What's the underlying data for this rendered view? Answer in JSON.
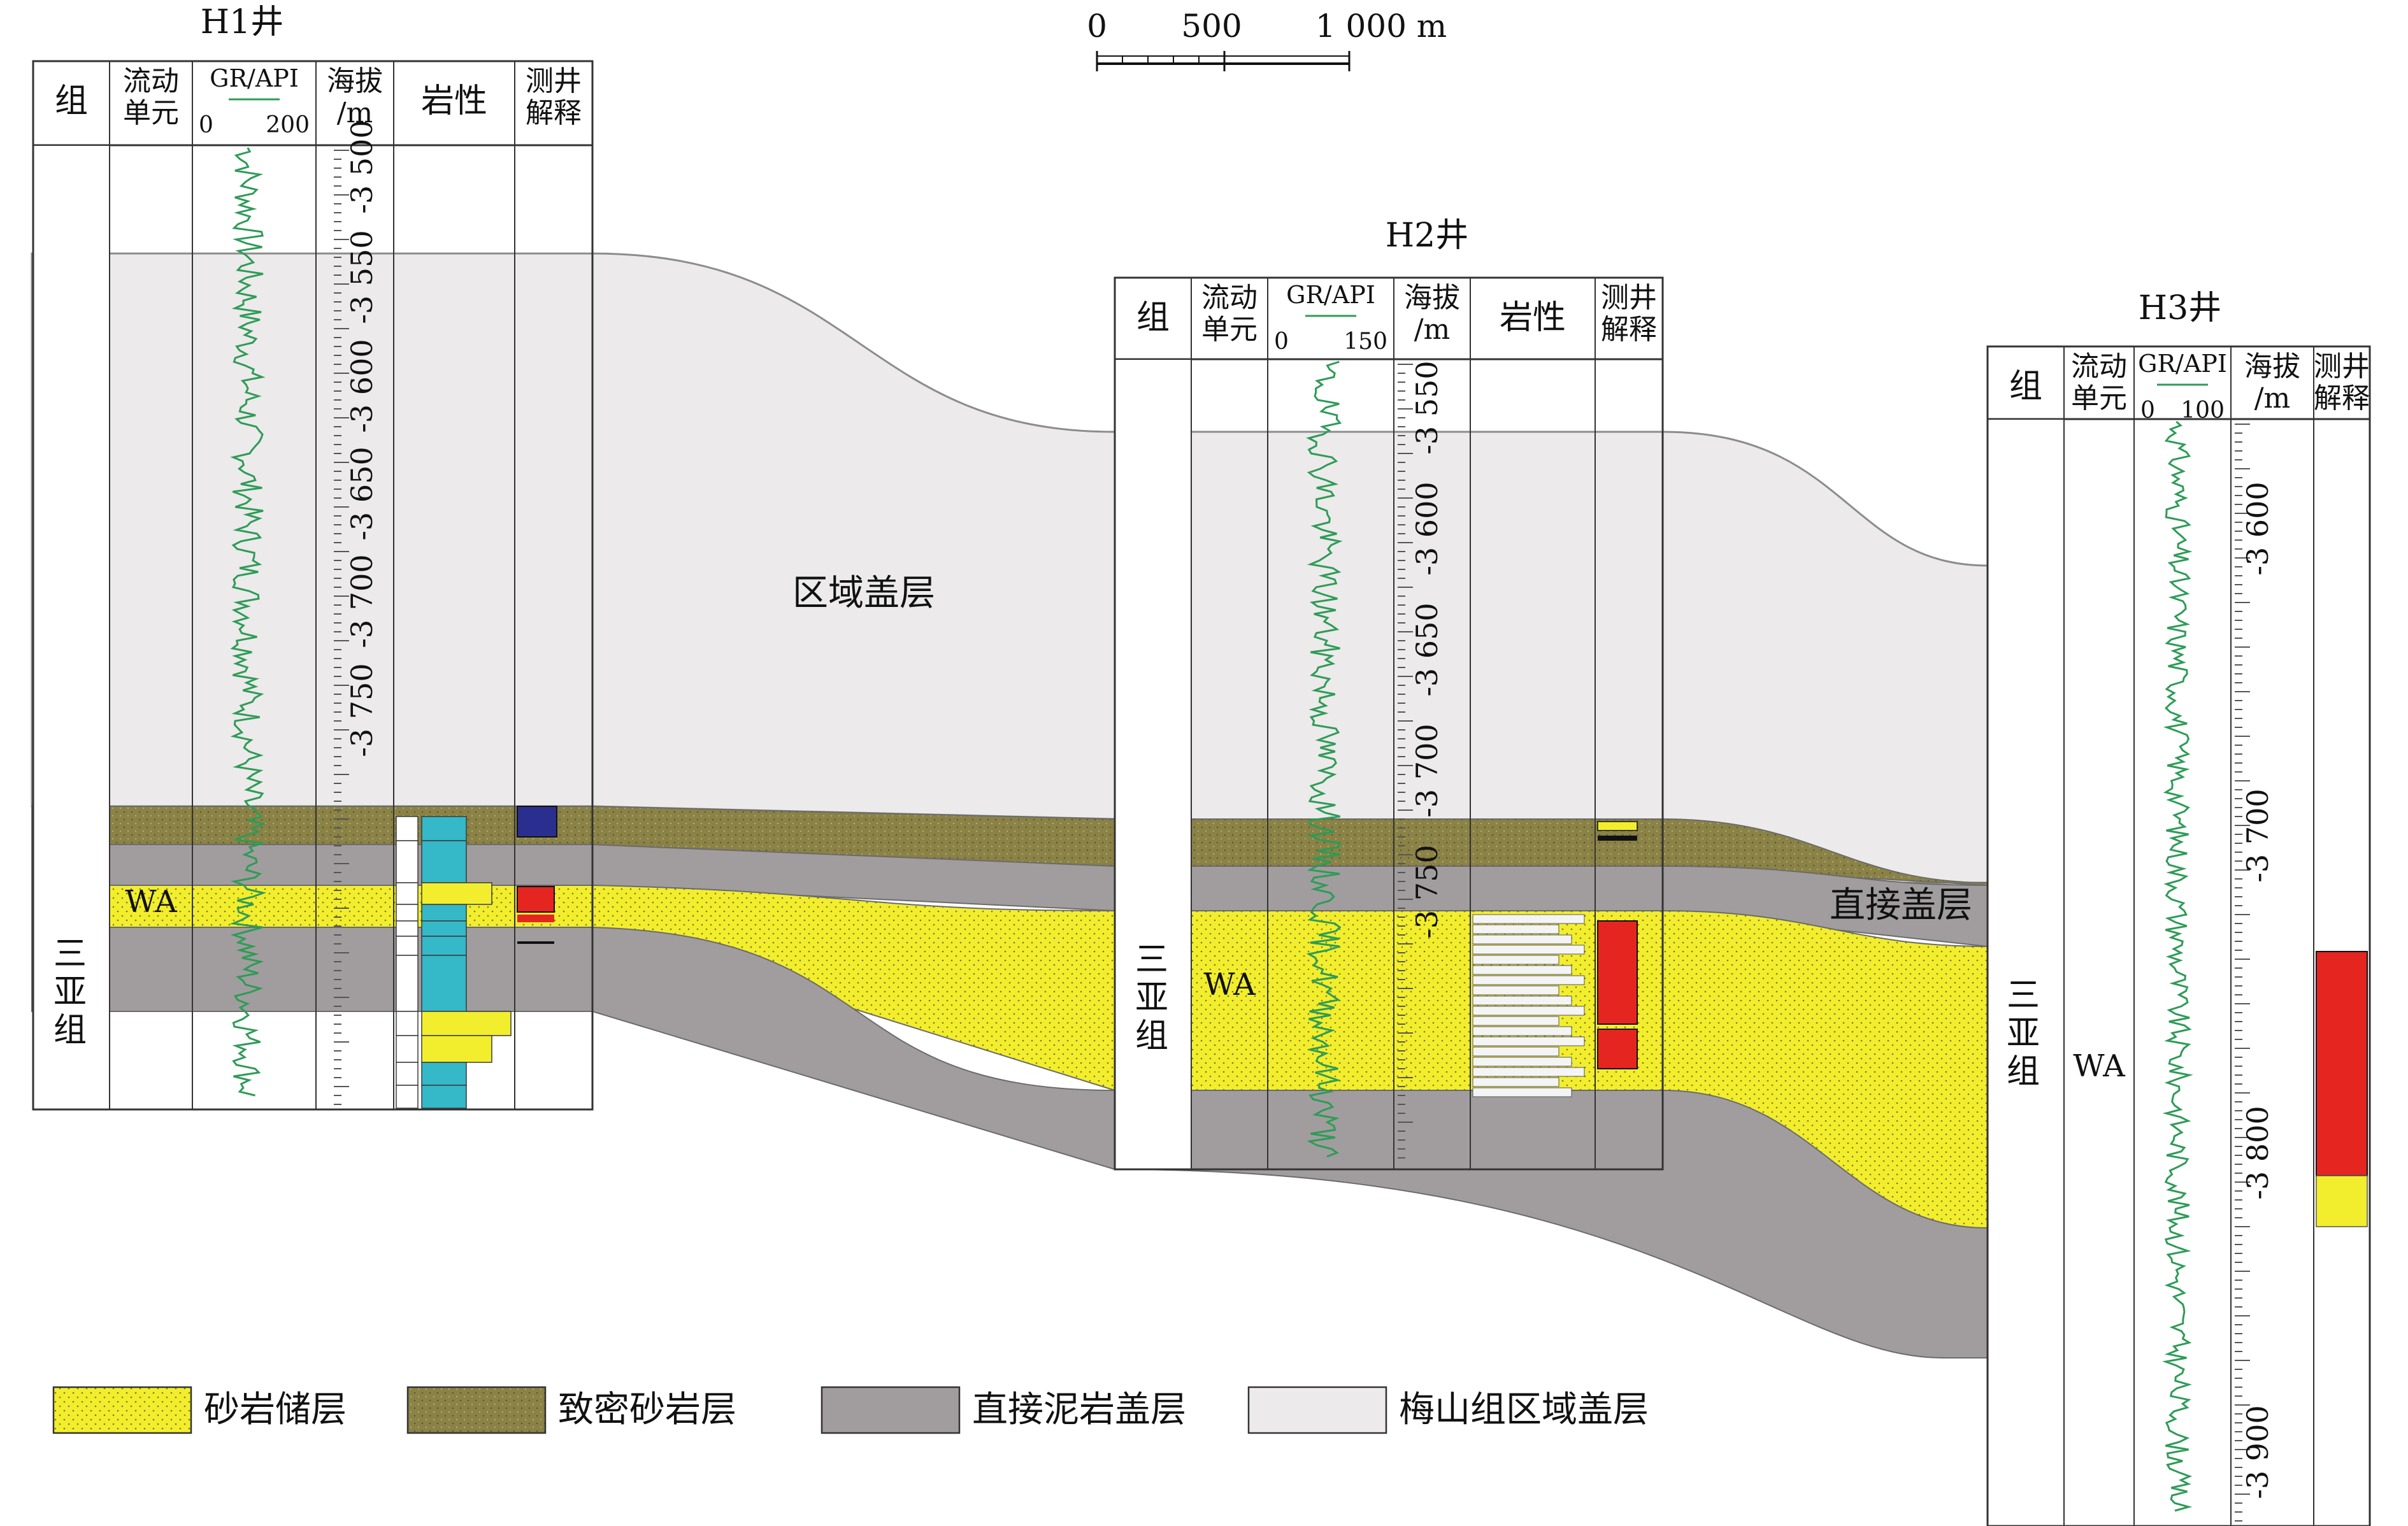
{
  "wells": [
    {
      "id": "H1",
      "title": "H1井",
      "headers": {
        "formation": "组",
        "flow_unit": "流动\n单元",
        "gr_label": "GR/API",
        "gr_min": "0",
        "gr_max": "200",
        "elevation": "海拔\n/m",
        "lithology": "岩性",
        "log_interp": "测井\n解释"
      },
      "depth_labels": [
        "-3 500",
        "-3 550",
        "-3 600",
        "-3 650",
        "-3 700",
        "-3 750"
      ],
      "flow_unit_label": "WA",
      "formation_label": "三亚组"
    },
    {
      "id": "H2",
      "title": "H2井",
      "headers": {
        "formation": "组",
        "flow_unit": "流动\n单元",
        "gr_label": "GR/API",
        "gr_min": "0",
        "gr_max": "150",
        "elevation": "海拔\n/m",
        "lithology": "岩性",
        "log_interp": "测井\n解释"
      },
      "depth_labels": [
        "-3 550",
        "-3 600",
        "-3 650",
        "-3 700",
        "-3 750"
      ],
      "flow_unit_label": "WA",
      "formation_label": "三亚组"
    },
    {
      "id": "H3",
      "title": "H3井",
      "headers": {
        "formation": "组",
        "flow_unit": "流动\n单元",
        "gr_label": "GR/API",
        "gr_min": "0",
        "gr_max": "100",
        "elevation": "海拔\n/m",
        "log_interp": "测井\n解释"
      },
      "depth_labels": [
        "-3 600",
        "-3 700",
        "-3 800",
        "-3 900"
      ],
      "flow_unit_label": "WA",
      "formation_label": "三亚组"
    }
  ],
  "scale_bar": {
    "ticks": [
      "0",
      "500",
      "1 000 m"
    ]
  },
  "region_labels": {
    "regional_cap": "区域盖层",
    "direct_cap": "直接盖层"
  },
  "legend": [
    {
      "name": "sandstone-reservoir",
      "label": "砂岩储层",
      "color": "#f2ee2e"
    },
    {
      "name": "tight-sandstone",
      "label": "致密砂岩层",
      "color": "#8a8246"
    },
    {
      "name": "direct-mudstone-cap",
      "label": "直接泥岩盖层",
      "color": "#a19d9e"
    },
    {
      "name": "meishan-regional-cap",
      "label": "梅山组区域盖层",
      "color": "#eceaea"
    }
  ],
  "colors": {
    "sandstone": "#f2ee2e",
    "tight_sandstone": "#8a8246",
    "mudstone": "#a19d9e",
    "regional_cap": "#eceaea",
    "gr_curve": "#2e9b57",
    "interp_red": "#e52520",
    "interp_blue": "#2a2f8f",
    "lith_cyan": "#35b8c8"
  }
}
